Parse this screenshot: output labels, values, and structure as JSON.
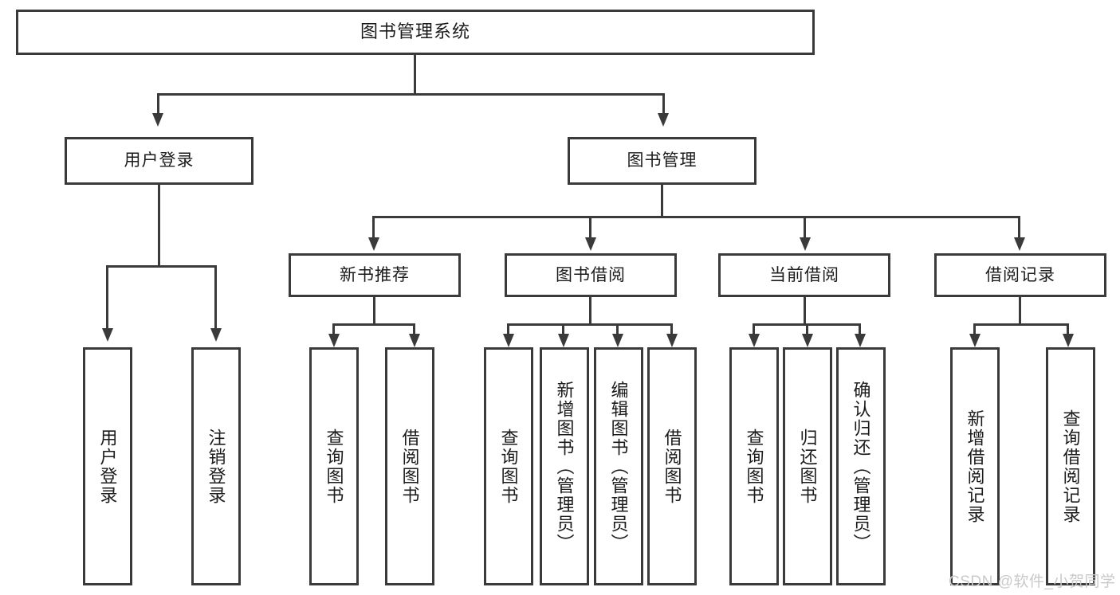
{
  "diagram": {
    "type": "tree",
    "title": "图书管理系统",
    "root": {
      "label": "图书管理系统"
    },
    "level2": [
      {
        "label": "用户登录"
      },
      {
        "label": "图书管理"
      }
    ],
    "level3": [
      {
        "label": "新书推荐"
      },
      {
        "label": "图书借阅"
      },
      {
        "label": "当前借阅"
      },
      {
        "label": "借阅记录"
      }
    ],
    "leaves": {
      "user_login": [
        {
          "label": "用户登录"
        },
        {
          "label": "注销登录"
        }
      ],
      "new_book_recommend": [
        {
          "label": "查询图书"
        },
        {
          "label": "借阅图书"
        }
      ],
      "book_borrow": [
        {
          "label": "查询图书"
        },
        {
          "label": "新增图书（管理员）"
        },
        {
          "label": "编辑图书（管理员）"
        },
        {
          "label": "借阅图书"
        }
      ],
      "current_borrow": [
        {
          "label": "查询图书"
        },
        {
          "label": "归还图书"
        },
        {
          "label": "确认归还（管理员）"
        }
      ],
      "borrow_record": [
        {
          "label": "新增借阅记录"
        },
        {
          "label": "查询借阅记录"
        }
      ]
    }
  },
  "watermark": {
    "text": "CSDN @软件_小贺同学"
  },
  "colors": {
    "stroke": "#3a3a3a",
    "text": "#1b1b1b",
    "background": "#ffffff",
    "watermark": "#c9c9c9"
  }
}
